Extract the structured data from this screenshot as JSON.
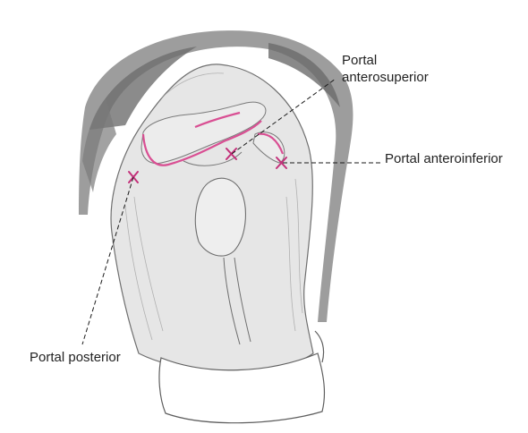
{
  "labels": {
    "anterosuperior_line1": "Portal",
    "anterosuperior_line2": "anterosuperior",
    "anteroinferior": "Portal anteroinferior",
    "posterior": "Portal posterior"
  },
  "colors": {
    "incision": "#d94f93",
    "portal_mark": "#c4307a",
    "skin": "#e6e6e6",
    "shadow": "#8a8a8a"
  }
}
